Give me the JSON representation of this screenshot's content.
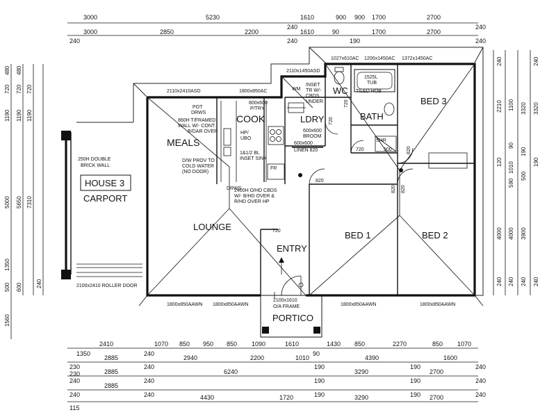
{
  "plan": {
    "rooms": {
      "meals": "MEALS",
      "cook": "COOK",
      "ldry": "LDRY",
      "wc": "WC",
      "bath": "BATH",
      "bed3": "BED 3",
      "lounge": "LOUNGE",
      "entry": "ENTRY",
      "bed1": "BED 1",
      "bed2": "BED 2",
      "portico": "PORTICO",
      "house": "HOUSE 3",
      "carport": "CARPORT"
    },
    "notes": {
      "pot_drws": "POT",
      "pot_drws2": "DRWS",
      "wall_note1": "860H T/FRAMED",
      "wall_note2": "WALL W/- CONT.",
      "wall_note3": "B/DAR OVER",
      "cold_water1": "D/W PROV TO",
      "cold_water2": "COLD WATER",
      "cold_water3": "(NO DOOR)",
      "drws": "DRWS",
      "pantry1": "800x600",
      "pantry2": "P/TRY",
      "hp": "HP/",
      "ubo": "UBO",
      "sink1": "1&1/2 BL",
      "sink2": "INSET SINK",
      "fr": "FR",
      "cbds1": "2400H O/HD CBDS",
      "cbds2": "W/- B/HD OVER &",
      "cbds3": "R/HD OVER HP",
      "wm1": "WM",
      "wm2": "INSET",
      "wm3": "TR W/-",
      "wm4": "CBDS",
      "wm5": "UNDER",
      "broom1": "600x600",
      "broom2": "BROOM",
      "linen1": "600x600",
      "linen2": "LINEN 820",
      "tub1": "1525L",
      "tub2": "TUB",
      "tiled_hob": "TILED HOB",
      "shr": "SHR",
      "brick1": "250H DOUBLE",
      "brick2": "BRICK WALL",
      "roller": "2100x2410 ROLLER DOOR",
      "frame1": "2100x1610",
      "frame2": "O/A FRAME"
    },
    "windows": {
      "w1": "2110x2410ASD",
      "w2": "1800x850AC",
      "w3": "2110x1450ASD",
      "w4": "1027x610AC",
      "w5": "1200x1450AC",
      "w6": "1372x1450AC",
      "w7": "1800x850AAWN",
      "w8": "1800x850AAWN",
      "w9": "1800x850AAWN",
      "w10": "1800x850AAWN"
    },
    "doors": {
      "d_ldry": "720",
      "d_wc": "720",
      "d_bath": "720",
      "d_lin": "500",
      "d_bed3": "820",
      "d_hall": "820",
      "d_bed1": "820",
      "d_bed2": "820",
      "d_entry": "720"
    },
    "top_dims_row1": [
      "3000",
      "5230",
      "240",
      "1610",
      "900",
      "900",
      "1700",
      "2700",
      "240"
    ],
    "top_dims_row2": [
      "3000",
      "240",
      "2850",
      "2200",
      "240",
      "1610",
      "90",
      "190",
      "1700",
      "2700",
      "240"
    ],
    "bottom_dims_row1": [
      "1350",
      "2410",
      "1070",
      "850",
      "950",
      "850",
      "1090",
      "1610",
      "1430",
      "850",
      "2270",
      "850",
      "1070"
    ],
    "bottom_dims_row2": [
      "240",
      "230",
      "2885",
      "240",
      "2940",
      "2200",
      "1010",
      "90",
      "190",
      "4390",
      "190",
      "1600",
      "240"
    ],
    "bottom_dims_row3": [
      "240",
      "230",
      "2885",
      "240",
      "6240",
      "190",
      "3290",
      "190",
      "2700",
      "240"
    ],
    "bottom_dims_row4": [
      "240",
      "115",
      "2885",
      "240",
      "4430",
      "1720",
      "190",
      "3290",
      "190",
      "2700",
      "240"
    ],
    "left_dims": {
      "c1": [
        "480",
        "720",
        "1190",
        "5000",
        "1350",
        "500",
        "1560"
      ],
      "c2": [
        "480",
        "720",
        "1190",
        "5650",
        "600"
      ],
      "c3": [
        "720",
        "1190",
        "7310",
        "240"
      ]
    },
    "right_dims": {
      "c1": [
        "240",
        "2210",
        "120",
        "4000",
        "240"
      ],
      "c2": [
        "1100",
        "90",
        "1010",
        "590",
        "4000",
        "240"
      ],
      "c3": [
        "3320",
        "190",
        "500",
        "3900",
        "240"
      ],
      "c4": [
        "240",
        "3320",
        "190",
        "240"
      ]
    }
  }
}
